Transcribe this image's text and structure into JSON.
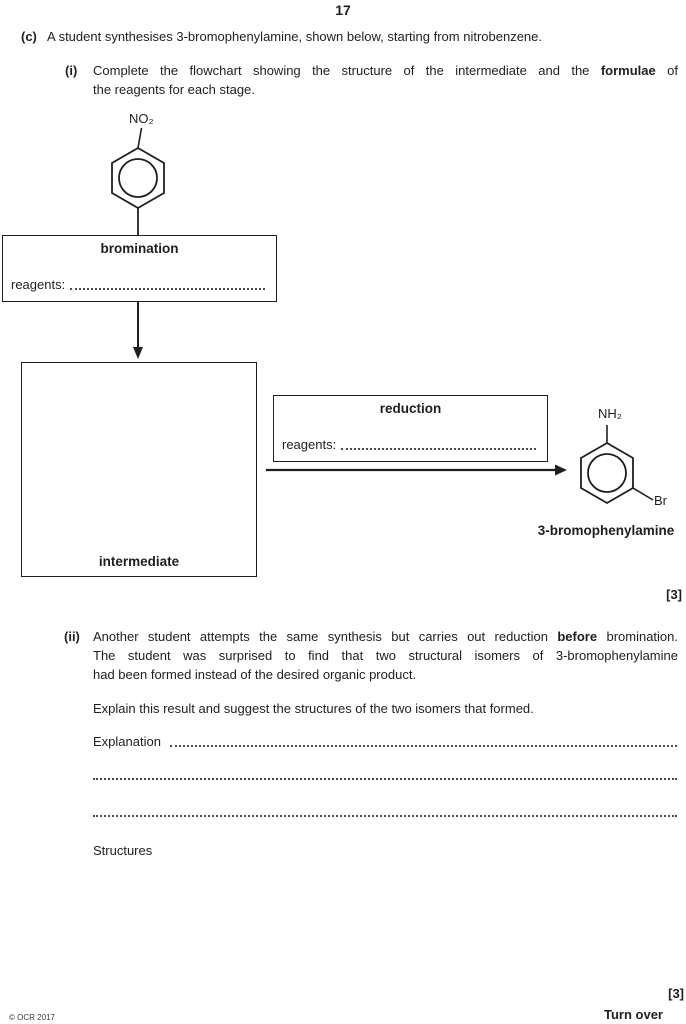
{
  "page": {
    "number": "17",
    "footer_left": "© OCR 2017",
    "footer_right": "Turn over"
  },
  "question_c": {
    "label": "(c)",
    "text": "A student synthesises 3-bromophenylamine, shown below, starting from nitrobenzene.",
    "part_i": {
      "label": "(i)",
      "line1_pre": "Complete the flowchart showing the structure of the intermediate and the ",
      "line1_bold": "formulae",
      "line1_post": " of",
      "line2": "the reagents for each stage.",
      "marks": "[3]"
    },
    "part_ii": {
      "label": "(ii)",
      "line1_pre": "Another student attempts the same synthesis but carries out reduction ",
      "line1_bold": "before",
      "line1_post": " bromination.",
      "line2": "The student was surprised to find that two structural isomers of 3-bromophenylamine",
      "line3": "had been formed instead of the desired organic product.",
      "prompt": "Explain this result and suggest the structures of the two isomers that formed.",
      "explanation_label": "Explanation",
      "structures_label": "Structures",
      "marks": "[3]"
    }
  },
  "flowchart": {
    "start_substituent": "NO₂",
    "stage1": {
      "title": "bromination",
      "reagents_label": "reagents:"
    },
    "intermediate_label": "intermediate",
    "stage2": {
      "title": "reduction",
      "reagents_label": "reagents:"
    },
    "product": {
      "amine_label": "NH₂",
      "bromo_label": "Br",
      "name": "3-bromophenylamine"
    }
  },
  "colors": {
    "ink": "#1f1f1f",
    "paper": "#ffffff",
    "dots": "#4a4a4a"
  }
}
